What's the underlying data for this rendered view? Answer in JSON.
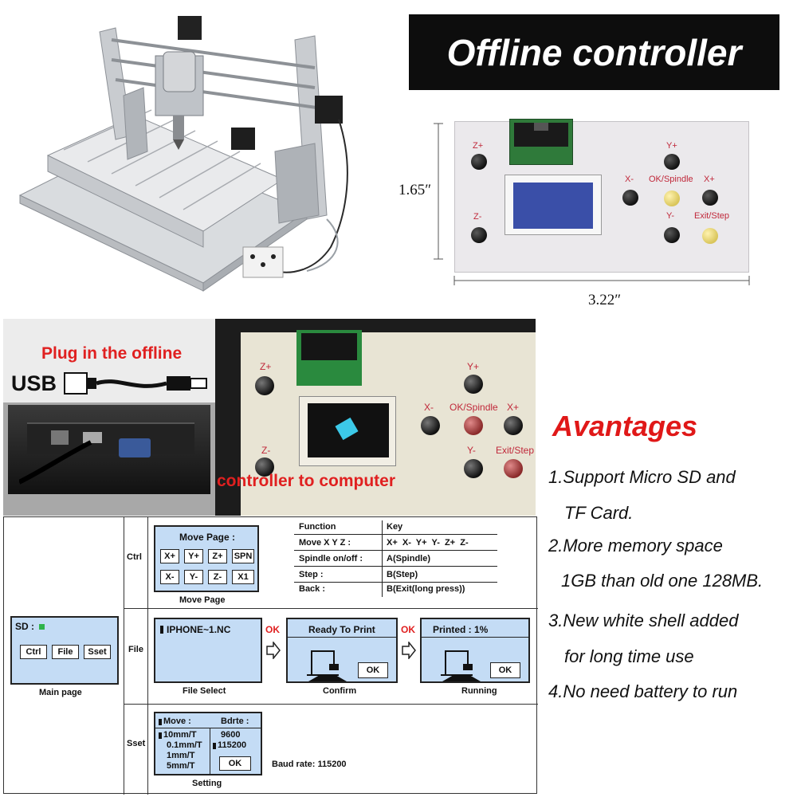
{
  "header": {
    "title": "Offline controller"
  },
  "dimensions": {
    "height": "1.65″",
    "width": "3.22″"
  },
  "controller_top": {
    "labels": {
      "zplus": "Z+",
      "zminus": "Z-",
      "yplus": "Y+",
      "xminus": "X-",
      "ok_spindle": "OK/Spindle",
      "xplus": "X+",
      "yminus": "Y-",
      "exit_step": "Exit/Step"
    }
  },
  "usb_photo": {
    "caption_top": "Plug in the offline",
    "usb_label": "USB",
    "caption_bottom": "controller to computer"
  },
  "controller_photo": {
    "labels": {
      "zplus": "Z+",
      "zminus": "Z-",
      "yplus": "Y+",
      "xminus": "X-",
      "ok_spindle": "OK/Spindle",
      "xplus": "X+",
      "yminus": "Y-",
      "exit_step": "Exit/Step"
    }
  },
  "advantages": {
    "title": "Avantages",
    "items": [
      "1.Support Micro SD and",
      "TF Card.",
      "2.More memory space",
      "1GB than old one 128MB.",
      "3.New white shell added",
      "for long time use",
      "4.No need battery to run"
    ]
  },
  "flow": {
    "main": {
      "status": "SD :",
      "buttons": [
        "Ctrl",
        "File",
        "Sset"
      ],
      "caption": "Main page"
    },
    "row_labels": {
      "ctrl": "Ctrl",
      "file": "File",
      "sset": "Sset"
    },
    "move_page": {
      "title": "Move Page :",
      "row1": [
        "X+",
        "Y+",
        "Z+",
        "SPN"
      ],
      "row2": [
        "X-",
        "Y-",
        "Z-",
        "X1"
      ],
      "caption": "Move Page"
    },
    "function_table": {
      "headers": [
        "Function",
        "Key"
      ],
      "rows": [
        [
          "Move X Y Z :",
          "X+  X-  Y+  Y-  Z+  Z-"
        ],
        [
          "Spindle on/off :",
          "A(Spindle)"
        ],
        [
          "Step :",
          "B(Step)"
        ],
        [
          "Back :",
          "B(Exit(long press))"
        ]
      ]
    },
    "file_select": {
      "item": "IPHONE~1.NC",
      "caption": "File Select"
    },
    "confirm": {
      "title": "Ready To Print",
      "ok": "OK",
      "caption": "Confirm"
    },
    "running": {
      "title": "Printed : 1%",
      "ok": "OK",
      "caption": "Running"
    },
    "ok_labels": [
      "OK",
      "OK"
    ],
    "setting": {
      "move_header": "Move :",
      "baud_header": "Bdrte :",
      "move_options": [
        "10mm/T",
        "0.1mm/T",
        "1mm/T",
        "5mm/T"
      ],
      "baud_options": [
        "9600",
        "115200"
      ],
      "ok": "OK",
      "caption": "Setting",
      "baud_note": "Baud rate: 115200"
    }
  }
}
